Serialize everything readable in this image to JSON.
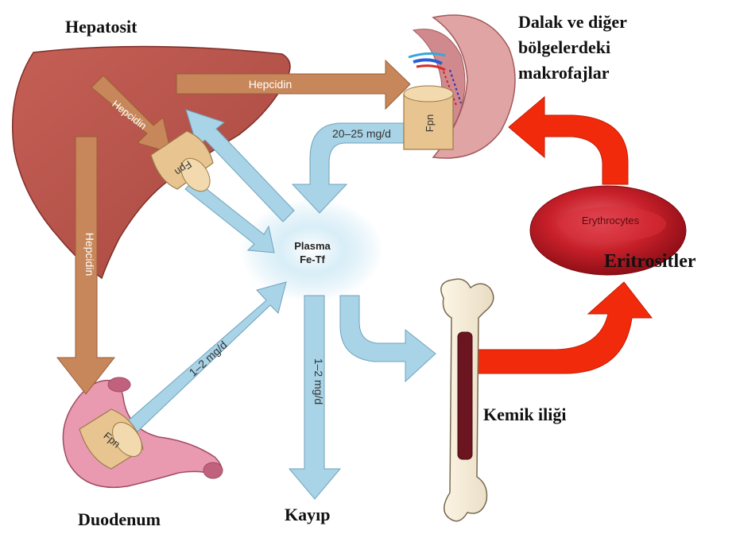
{
  "labels": {
    "hepatocyte": "Hepatosit",
    "spleen_macrophages": [
      "Dalak ve diğer",
      "bölgelerdeki",
      "makrofajlar"
    ],
    "erythrocytes_tr": "Eritrositler",
    "bone_marrow": "Kemik iliği",
    "duodenum": "Duodenum",
    "loss": "Kayıp"
  },
  "figure_text": {
    "hepcidin_to_spleen": "Hepcidin",
    "hepcidin_to_liver_fpn": "Hepcidin",
    "hepcidin_to_duodenum": "Hepcidin",
    "fpn_liver": "Fpn",
    "fpn_spleen": "Fpn",
    "fpn_duodenum": "Fpn",
    "spleen_flux": "20–25 mg/d",
    "duodenum_flux": "1–2 mg/d",
    "loss_flux": "1–2 mg/d",
    "plasma_line1": "Plasma",
    "plasma_line2": "Fe-Tf",
    "erythrocytes_en": "Erythrocytes"
  },
  "colors": {
    "liver": "#b5524a",
    "hepcidin_arrow": "#c8875a",
    "iron_arrow": "#a9d3e6",
    "red_arrow": "#f22a0c",
    "erythrocyte": "#c8202a",
    "fpn": "#e8c490",
    "duodenum": "#e99ab0",
    "spleen": "#e0a4a4"
  }
}
